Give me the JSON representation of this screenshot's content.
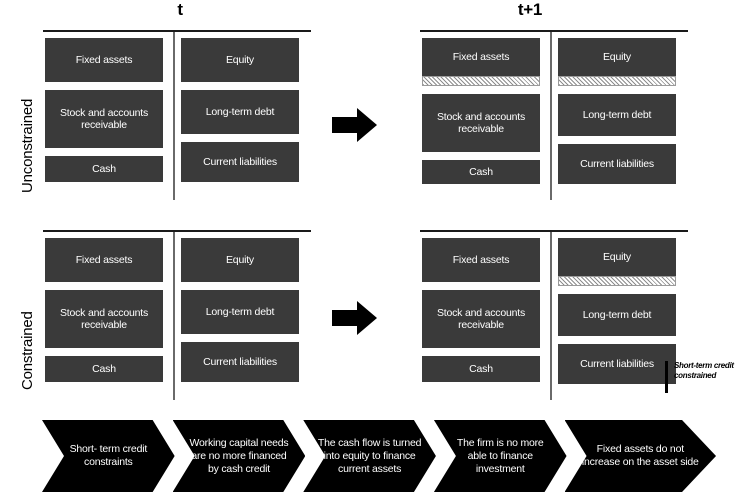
{
  "figure": {
    "periods": {
      "t": "t",
      "t1": "t+1"
    },
    "rows": {
      "unconstrained": "Unconstrained",
      "constrained": "Constrained"
    }
  },
  "panels": {
    "unconstrained_t": {
      "assets": [
        {
          "label": "Fixed assets",
          "height": 44,
          "hatch": false
        },
        {
          "label": "Stock and accounts receivable",
          "height": 58,
          "hatch": false
        },
        {
          "label": "Cash",
          "height": 26,
          "hatch": false
        }
      ],
      "liabilities": [
        {
          "label": "Equity",
          "height": 44,
          "hatch": false
        },
        {
          "label": "Long-term debt",
          "height": 44,
          "hatch": false
        },
        {
          "label": "Current liabilities",
          "height": 40,
          "hatch": false
        }
      ]
    },
    "unconstrained_t1": {
      "assets": [
        {
          "label": "Fixed assets",
          "height": 38,
          "hatch": true
        },
        {
          "label": "Stock and accounts receivable",
          "height": 58,
          "hatch": false
        },
        {
          "label": "Cash",
          "height": 24,
          "hatch": false
        }
      ],
      "liabilities": [
        {
          "label": "Equity",
          "height": 38,
          "hatch": true
        },
        {
          "label": "Long-term debt",
          "height": 42,
          "hatch": false
        },
        {
          "label": "Current liabilities",
          "height": 40,
          "hatch": false
        }
      ]
    },
    "constrained_t": {
      "assets": [
        {
          "label": "Fixed assets",
          "height": 44,
          "hatch": false
        },
        {
          "label": "Stock and accounts receivable",
          "height": 58,
          "hatch": false
        },
        {
          "label": "Cash",
          "height": 26,
          "hatch": false
        }
      ],
      "liabilities": [
        {
          "label": "Equity",
          "height": 44,
          "hatch": false
        },
        {
          "label": "Long-term debt",
          "height": 44,
          "hatch": false
        },
        {
          "label": "Current liabilities",
          "height": 40,
          "hatch": false
        }
      ]
    },
    "constrained_t1": {
      "assets": [
        {
          "label": "Fixed assets",
          "height": 44,
          "hatch": false
        },
        {
          "label": "Stock and accounts receivable",
          "height": 58,
          "hatch": false
        },
        {
          "label": "Cash",
          "height": 26,
          "hatch": false
        }
      ],
      "liabilities": [
        {
          "label": "Equity",
          "height": 38,
          "hatch": true
        },
        {
          "label": "Long-term debt",
          "height": 42,
          "hatch": false
        },
        {
          "label": "Current liabilities",
          "height": 40,
          "hatch": false
        }
      ]
    }
  },
  "annotation": {
    "short_term_credit": "Short-term credit constrained"
  },
  "flow_steps": [
    "Short- term credit constraints",
    "Working capital needs are  no more financed  by  cash credit",
    "The cash flow is turned into equity to  finance current assets",
    "The firm is no more able to finance investment",
    "Fixed assets do not increase on the asset side"
  ],
  "icons": {
    "flow_arrow": "right-arrow-icon"
  },
  "colors": {
    "box_fill": "#3a3a3a",
    "box_text": "#ffffff",
    "banner_fill": "#000000",
    "hatch_line": "#8d8d8d",
    "rule": "#1a1a1a"
  }
}
